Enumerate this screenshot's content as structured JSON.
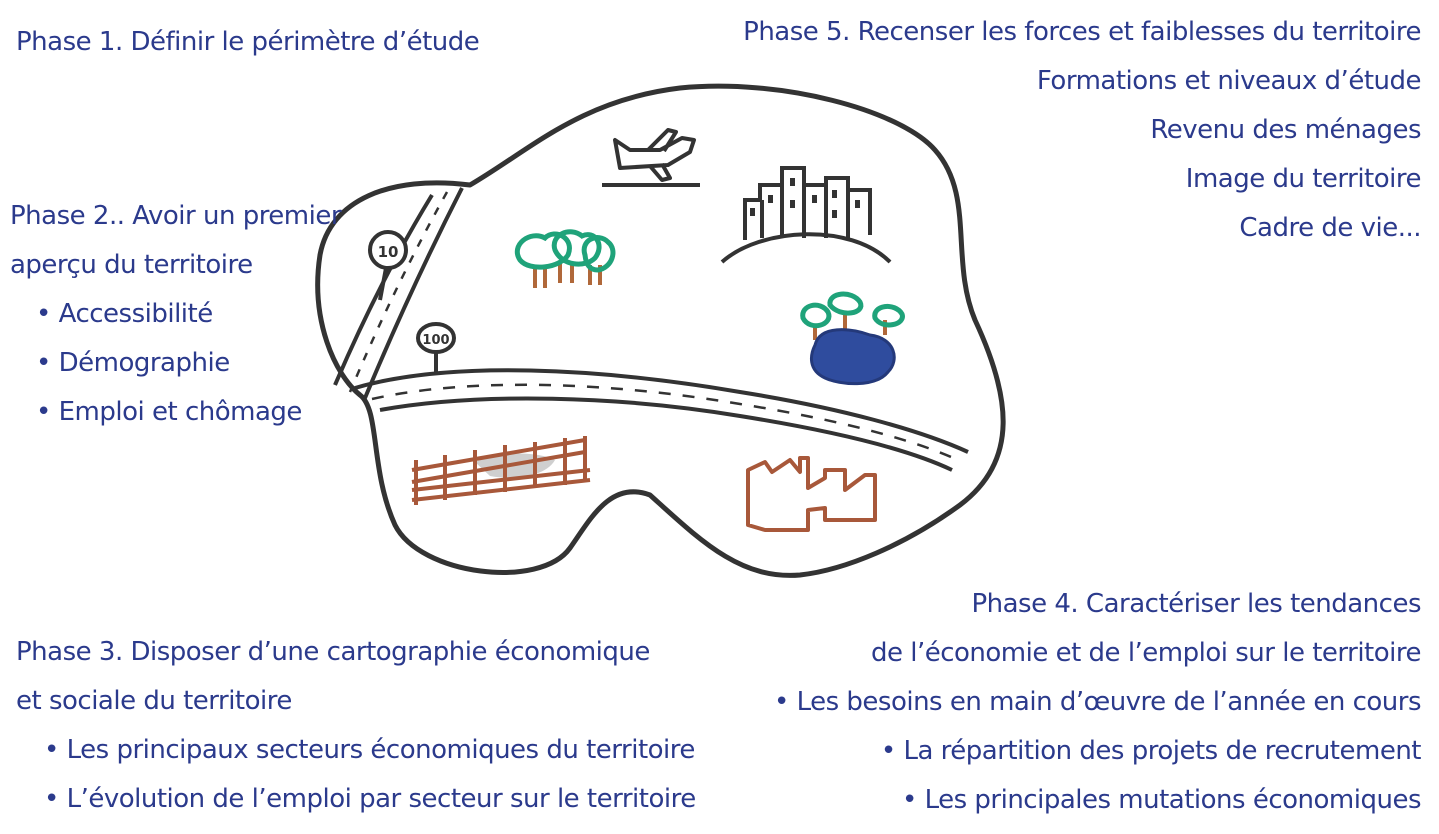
{
  "phase1": {
    "title": "Phase 1. Définir le périmètre d’étude"
  },
  "phase2": {
    "title_line1": "Phase 2.. Avoir un premier",
    "title_line2": "aperçu du territoire",
    "items": [
      "Accessibilité",
      "Démographie",
      "Emploi et chômage"
    ]
  },
  "phase3": {
    "title_line1": "Phase 3. Disposer d’une cartographie économique",
    "title_line2": "et sociale du territoire",
    "items": [
      "Les principaux secteurs économiques du territoire",
      "L’évolution de l’emploi par secteur sur le territoire"
    ]
  },
  "phase4": {
    "title_line1": "Phase 4. Caractériser les tendances",
    "title_line2": "de l’économie et de l’emploi sur le territoire",
    "items": [
      "Les besoins en main d’œuvre de l’année en cours",
      "La répartition des projets de recrutement",
      "Les principales mutations économiques"
    ]
  },
  "phase5": {
    "title": "Phase 5. Recenser les forces et faiblesses du territoire",
    "items": [
      "Formations et niveaux d’étude",
      "Revenu des ménages",
      "Image du territoire",
      "Cadre de vie..."
    ]
  },
  "map_signs": {
    "sign_upper": "10",
    "sign_lower": "100"
  },
  "colors": {
    "text": "#2b3a8c",
    "outline": "#333333",
    "tree_green": "#1fa37a",
    "trunk_brown": "#b0683a",
    "lake_blue": "#2f4c9e",
    "fence_brown": "#a8583a"
  },
  "icons": [
    "airplane-icon",
    "city-buildings-icon",
    "trees-icon",
    "lake-icon",
    "field-fence-icon",
    "factory-icon",
    "road-sign-icon"
  ]
}
